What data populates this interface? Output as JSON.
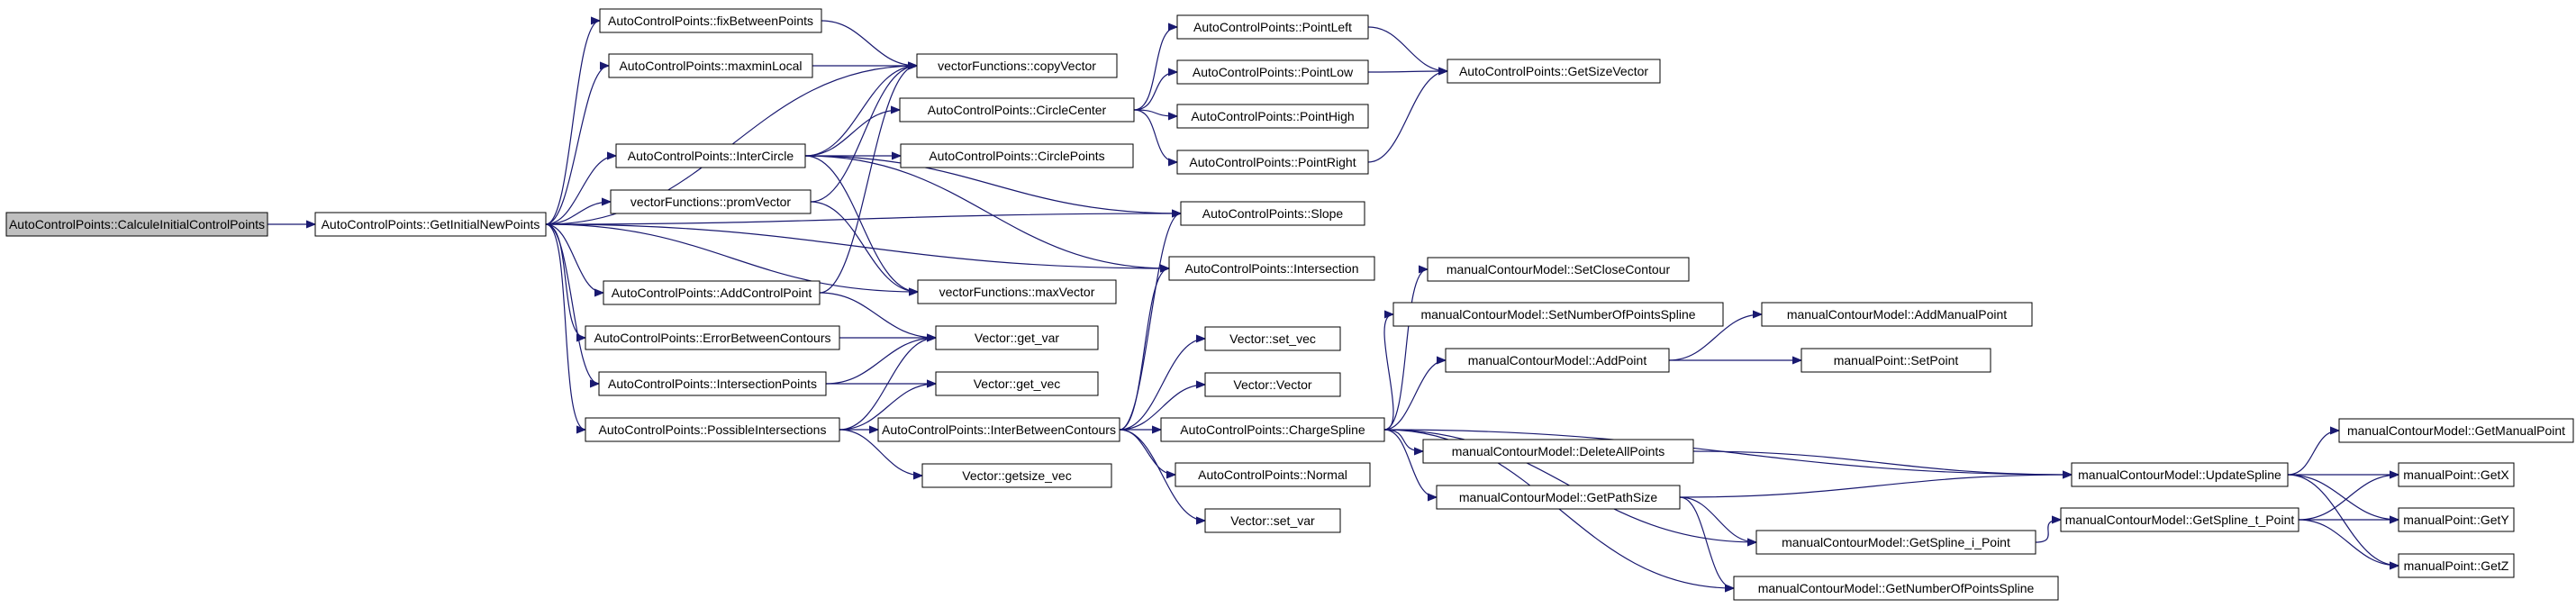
{
  "colors": {
    "edge": "#191970",
    "root_fill": "#bfbfbf",
    "node_fill": "#ffffff",
    "node_border": "#000000"
  },
  "nodes": {
    "calculeInitial": "AutoControlPoints::CalculeInitialControlPoints",
    "getInitialNew": "AutoControlPoints::GetInitialNewPoints",
    "fixBetween": "AutoControlPoints::fixBetweenPoints",
    "maxminLocal": "AutoControlPoints::maxminLocal",
    "interCircle": "AutoControlPoints::InterCircle",
    "promVector": "vectorFunctions::promVector",
    "addControlPoint": "AutoControlPoints::AddControlPoint",
    "errorBetween": "AutoControlPoints::ErrorBetweenContours",
    "intersectionPoints": "AutoControlPoints::IntersectionPoints",
    "possibleIntersections": "AutoControlPoints::PossibleIntersections",
    "copyVector": "vectorFunctions::copyVector",
    "circleCenter": "AutoControlPoints::CircleCenter",
    "circlePoints": "AutoControlPoints::CirclePoints",
    "maxVector": "vectorFunctions::maxVector",
    "getVar": "Vector::get_var",
    "getVec": "Vector::get_vec",
    "interBetween": "AutoControlPoints::InterBetweenContours",
    "getsizeVec": "Vector::getsize_vec",
    "pointLeft": "AutoControlPoints::PointLeft",
    "pointLow": "AutoControlPoints::PointLow",
    "pointHigh": "AutoControlPoints::PointHigh",
    "pointRight": "AutoControlPoints::PointRight",
    "slope": "AutoControlPoints::Slope",
    "intersection": "AutoControlPoints::Intersection",
    "setVec": "Vector::set_vec",
    "vectorCtor": "Vector::Vector",
    "chargeSpline": "AutoControlPoints::ChargeSpline",
    "normal": "AutoControlPoints::Normal",
    "setVar": "Vector::set_var",
    "getSizeVector": "AutoControlPoints::GetSizeVector",
    "setCloseContour": "manualContourModel::SetCloseContour",
    "setNumberOfPointsSpline": "manualContourModel::SetNumberOfPointsSpline",
    "addPoint": "manualContourModel::AddPoint",
    "deleteAllPoints": "manualContourModel::DeleteAllPoints",
    "getPathSize": "manualContourModel::GetPathSize",
    "getSplineIPoint": "manualContourModel::GetSpline_i_Point",
    "getNumberOfPointsSpline": "manualContourModel::GetNumberOfPointsSpline",
    "addManualPoint": "manualContourModel::AddManualPoint",
    "setPoint": "manualPoint::SetPoint",
    "updateSpline": "manualContourModel::UpdateSpline",
    "getSplineTPoint": "manualContourModel::GetSpline_t_Point",
    "getManualPoint": "manualContourModel::GetManualPoint",
    "getX": "manualPoint::GetX",
    "getY": "manualPoint::GetY",
    "getZ": "manualPoint::GetZ"
  }
}
